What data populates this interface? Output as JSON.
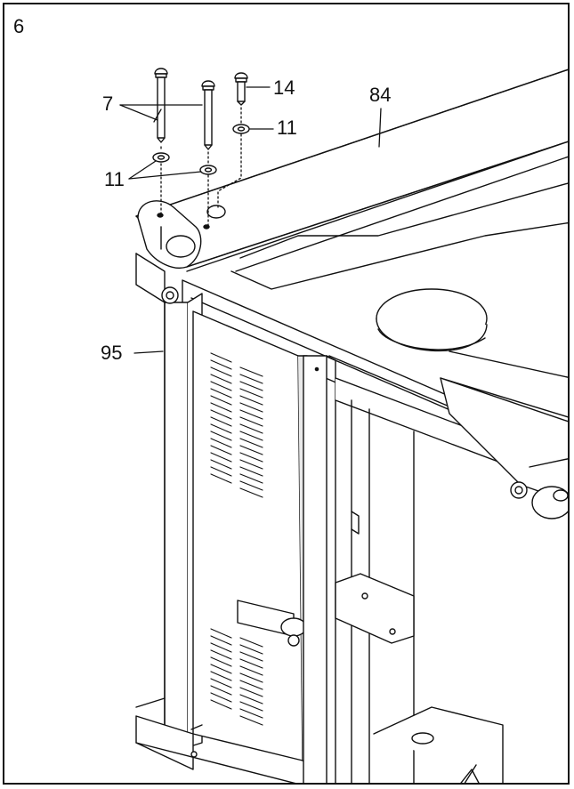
{
  "step_number": "6",
  "part_labels": {
    "bolt_long": "7",
    "washer_top_right": "11",
    "washer_left": "11",
    "bolt_short": "14",
    "upright_crossbar": "84",
    "upright_left": "95"
  },
  "colors": {
    "line": "#111111",
    "background": "#ffffff",
    "shade": "#e9e9e9"
  }
}
